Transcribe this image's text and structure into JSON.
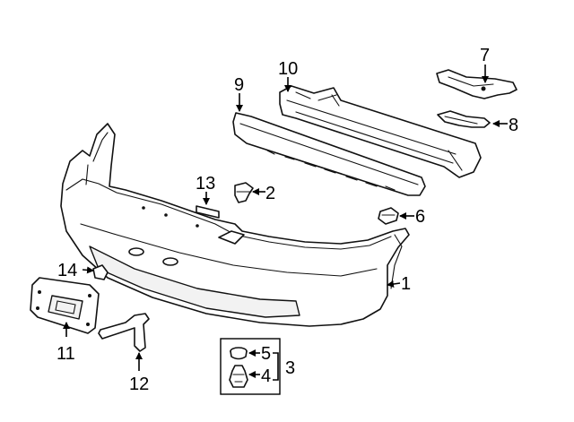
{
  "callouts": {
    "c1": "1",
    "c2": "2",
    "c3": "3",
    "c4": "4",
    "c5": "5",
    "c6": "6",
    "c7": "7",
    "c8": "8",
    "c9": "9",
    "c10": "10",
    "c11": "11",
    "c12": "12",
    "c13": "13",
    "c14": "14"
  },
  "colors": {
    "line": "#111111",
    "background": "#ffffff",
    "fill_light": "#f2f2f2"
  }
}
